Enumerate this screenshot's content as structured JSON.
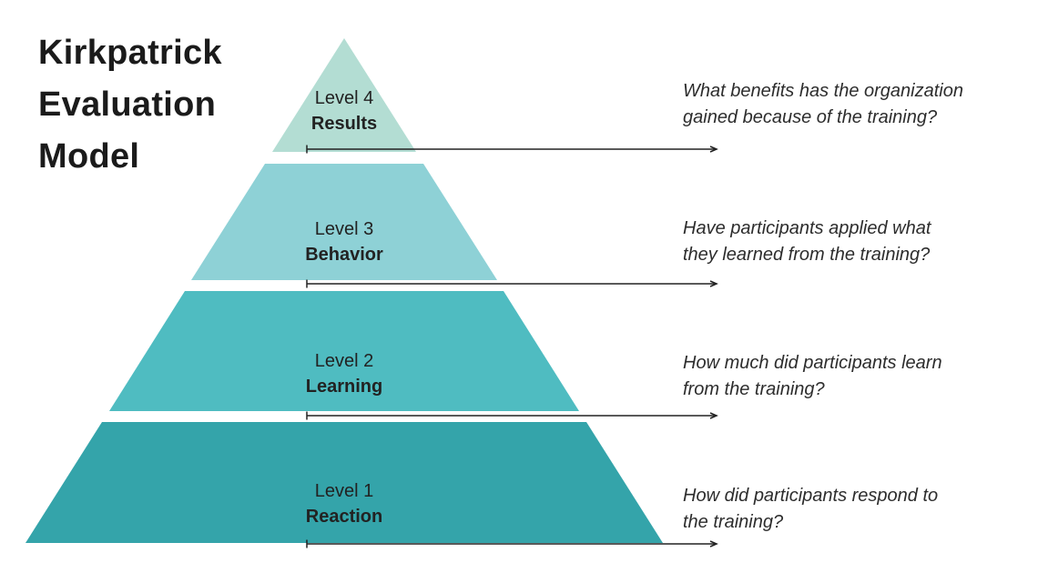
{
  "title": {
    "lines": [
      "Kirkpatrick",
      "Evaluation",
      "Model"
    ]
  },
  "levels": [
    {
      "level": "Level 4",
      "name": "Results",
      "color": "#b3ddd3",
      "question_lines": [
        "What benefits has the organization",
        "gained because of the training?"
      ]
    },
    {
      "level": "Level 3",
      "name": "Behavior",
      "color": "#8ed1d6",
      "question_lines": [
        "Have participants applied what",
        "they learned from the training?"
      ]
    },
    {
      "level": "Level 2",
      "name": "Learning",
      "color": "#4fbcc1",
      "question_lines": [
        "How much did participants learn",
        "from the training?"
      ]
    },
    {
      "level": "Level 1",
      "name": "Reaction",
      "color": "#34a4aa",
      "question_lines": [
        "How did participants respond to",
        "the training?"
      ]
    }
  ],
  "colors": {
    "line": "#222222",
    "background": "#ffffff"
  }
}
